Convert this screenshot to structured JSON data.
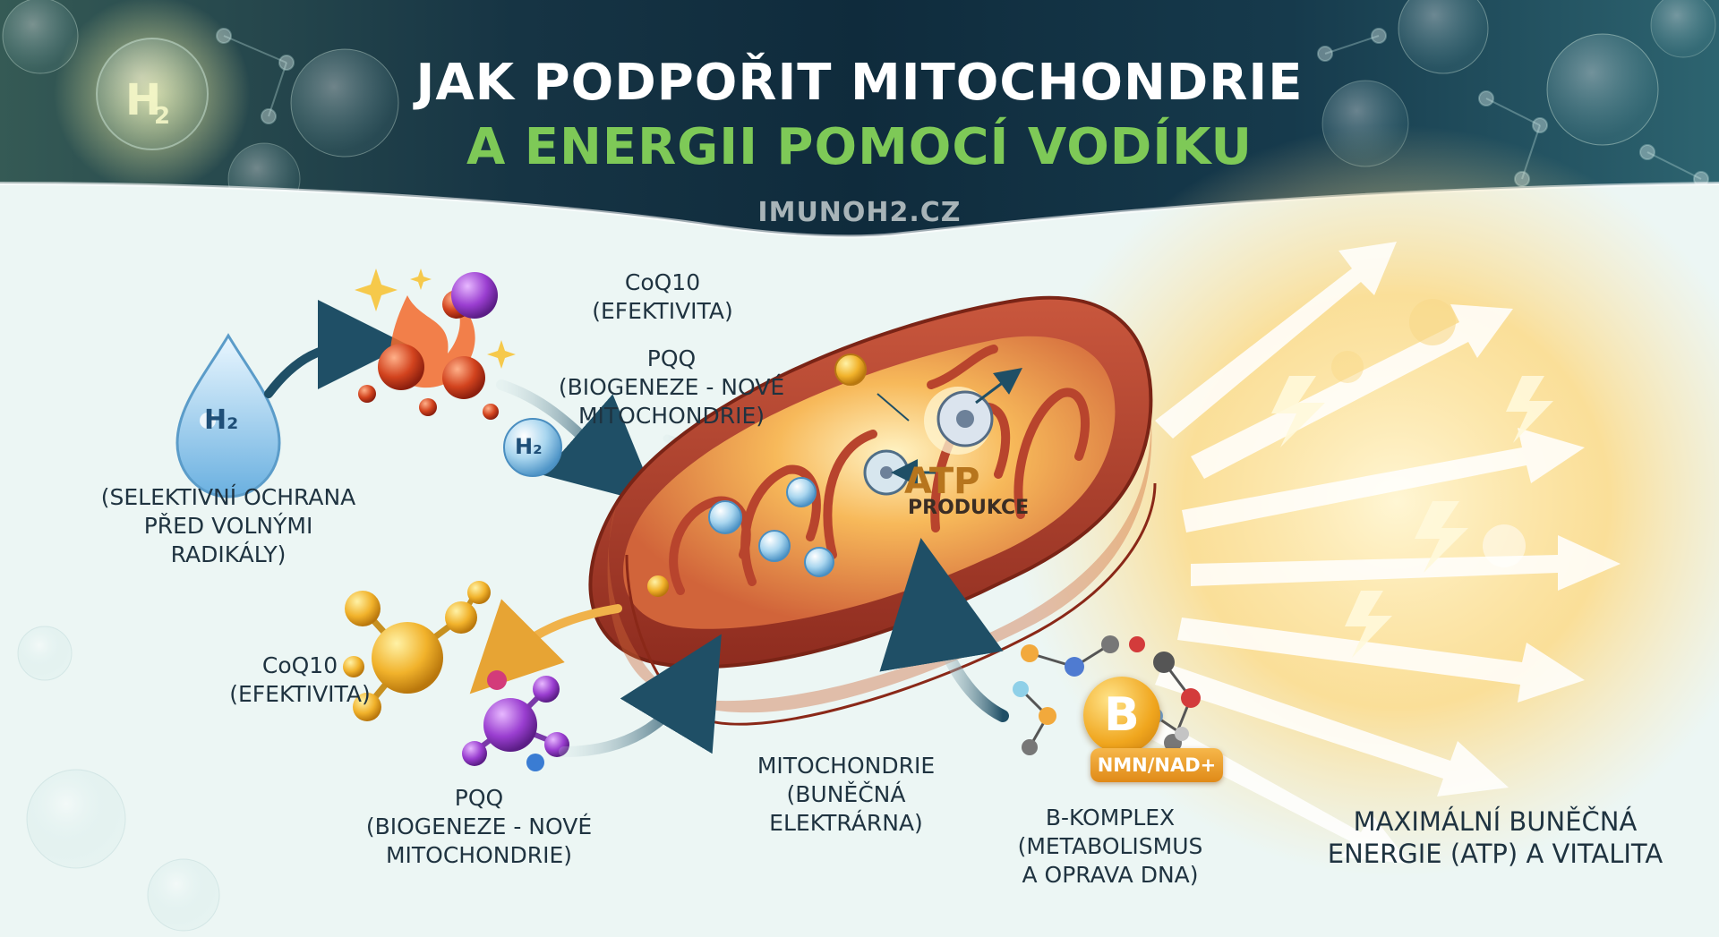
{
  "header": {
    "title_line1": "JAK PODPOŘIT MITOCHONDRIE",
    "title_line2": "A ENERGII POMOCÍ VODÍKU",
    "site": "IMUNOH2.CZ"
  },
  "labels": {
    "h2_drop": "H₂",
    "h2_bubble": "H₂",
    "selective_line1": "(SELEKTIVNÍ OCHRANA",
    "selective_line2": "PŘED VOLNÝMI RADIKÁLY)",
    "coq10_top_line1": "CoQ10",
    "coq10_top_line2": "(EFEKTIVITA)",
    "pqq_top_line1": "PQQ",
    "pqq_top_line2": "(BIOGENEZE - NOVÉ",
    "pqq_top_line3": "MITOCHONDRIE)",
    "coq10_bottom_line1": "CoQ10",
    "coq10_bottom_line2": "(EFEKTIVITA)",
    "pqq_bottom_line1": "PQQ",
    "pqq_bottom_line2": "(BIOGENEZE - NOVÉ",
    "pqq_bottom_line3": "MITOCHONDRIE)",
    "mito_line1": "MITOCHONDRIE",
    "mito_line2": "(BUNĚČNÁ ELEKTRÁRNA)",
    "atp": "ATP",
    "atp_sub": "PRODUKCE",
    "b_letter": "B",
    "nmn": "NMN/NAD+",
    "bkomplex_line1": "B-KOMPLEX",
    "bkomplex_line2": "(METABOLISMUS",
    "bkomplex_line3": "A OPRAVA DNA)",
    "result_line1": "MAXIMÁLNÍ BUNĚČNÁ",
    "result_line2": "ENERGIE (ATP) A VITALITA"
  },
  "colors": {
    "header_bg": "#0f2b3c",
    "title_white": "#ffffff",
    "title_green": "#7ec957",
    "mito_red": "#b2432e",
    "energy_gold": "#f5b53a"
  }
}
